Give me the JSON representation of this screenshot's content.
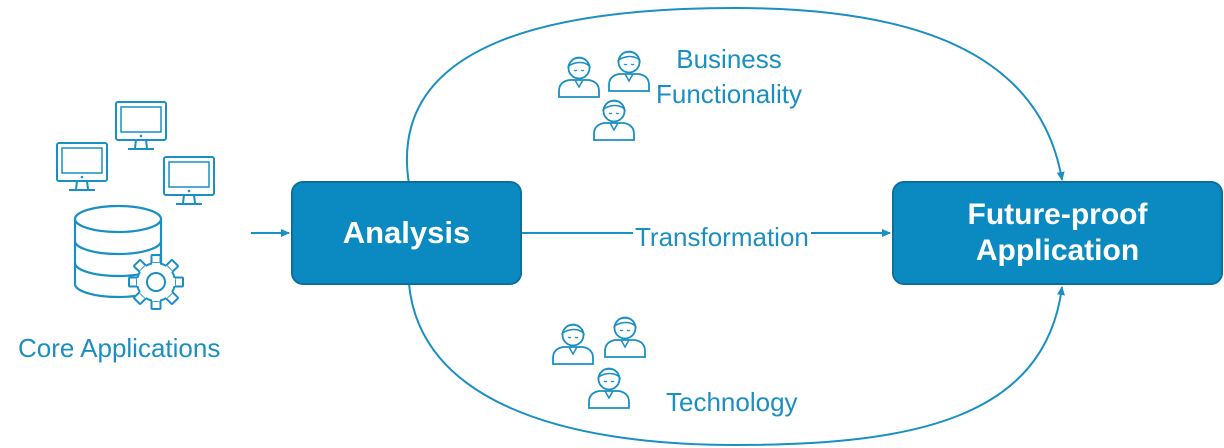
{
  "title": "Application transformation diagram",
  "colors": {
    "accent": "#0b8ac1",
    "accent_dark": "#0a6f9c",
    "line": "#1a8fc3",
    "text": "#1c8fc2",
    "box_text": "#ffffff"
  },
  "source": {
    "label": "Core Applications",
    "icons": [
      "computer-monitor-icon",
      "computer-monitor-icon",
      "computer-monitor-icon",
      "database-icon",
      "gear-icon"
    ]
  },
  "analysis": {
    "label": "Analysis"
  },
  "target": {
    "line1": "Future-proof",
    "line2": "Application"
  },
  "flow": {
    "transformation_label": "Transformation"
  },
  "upper_path": {
    "line1": "Business",
    "line2": "Functionality",
    "icons": [
      "person-icon",
      "person-icon",
      "person-icon"
    ]
  },
  "lower_path": {
    "label": "Technology",
    "icons": [
      "person-icon",
      "person-icon",
      "person-icon"
    ]
  }
}
